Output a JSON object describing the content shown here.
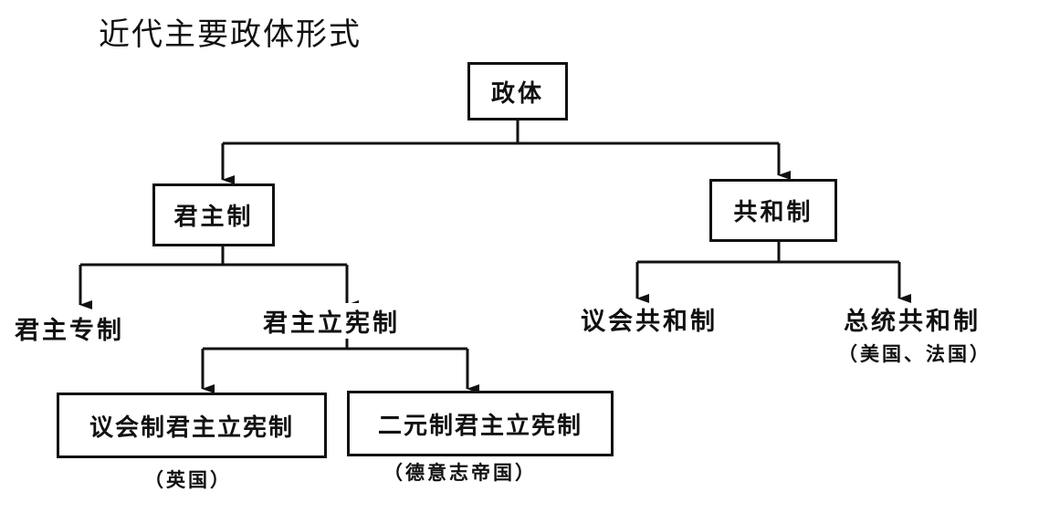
{
  "title": "近代主要政体形式",
  "root": {
    "label": "政体"
  },
  "monarchy": {
    "label": "君主制",
    "children": {
      "absolute": "君主专制",
      "constitutional": {
        "label": "君主立宪制",
        "parliamentary": {
          "label": "议会制君主立宪制",
          "note": "（英国）"
        },
        "dual": {
          "label": "二元制君主立宪制",
          "note": "（德意志帝国）"
        }
      }
    }
  },
  "republic": {
    "label": "共和制",
    "children": {
      "parliamentary": "议会共和制",
      "presidential": {
        "label": "总统共和制",
        "note": "（美国、法国）"
      }
    }
  }
}
